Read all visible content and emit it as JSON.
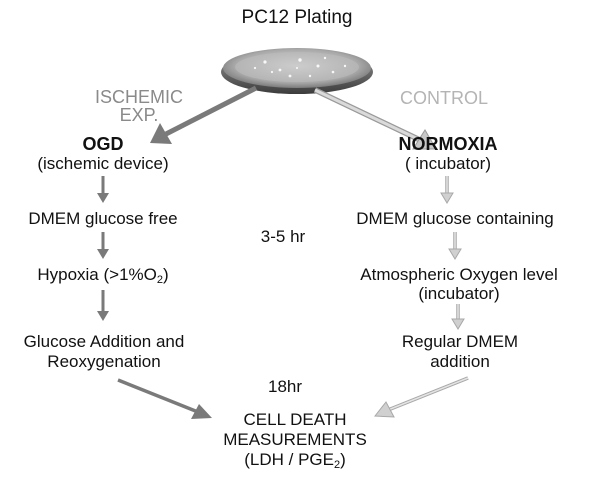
{
  "title": "PC12 Plating",
  "left_branch": {
    "header_line1": "ISCHEMIC",
    "header_line2": "EXP.",
    "steps": {
      "s1_line1": "OGD",
      "s1_line2": "(ischemic device)",
      "s2": "DMEM glucose free",
      "s3_prefix": "Hypoxia (>1%O",
      "s3_sub": "2",
      "s3_suffix": ")",
      "s4_line1": "Glucose Addition and",
      "s4_line2": "Reoxygenation"
    }
  },
  "right_branch": {
    "header": "CONTROL",
    "steps": {
      "s1_line1": "NORMOXIA",
      "s1_line2": "( incubator)",
      "s2": "DMEM glucose containing",
      "s3_line1": "Atmospheric Oxygen level",
      "s3_line2": "(incubator)",
      "s4_line1": "Regular DMEM",
      "s4_line2": "addition"
    }
  },
  "duration_1": "3-5 hr",
  "duration_2": "18hr",
  "result": {
    "line1": "CELL DEATH",
    "line2": "MEASUREMENTS",
    "line3_prefix": "(LDH / PGE",
    "line3_sub": "2",
    "line3_suffix": ")"
  },
  "colors": {
    "left_arrow": "#7a7a7a",
    "right_arrow": "#c8c8c8",
    "text": "#111111"
  }
}
